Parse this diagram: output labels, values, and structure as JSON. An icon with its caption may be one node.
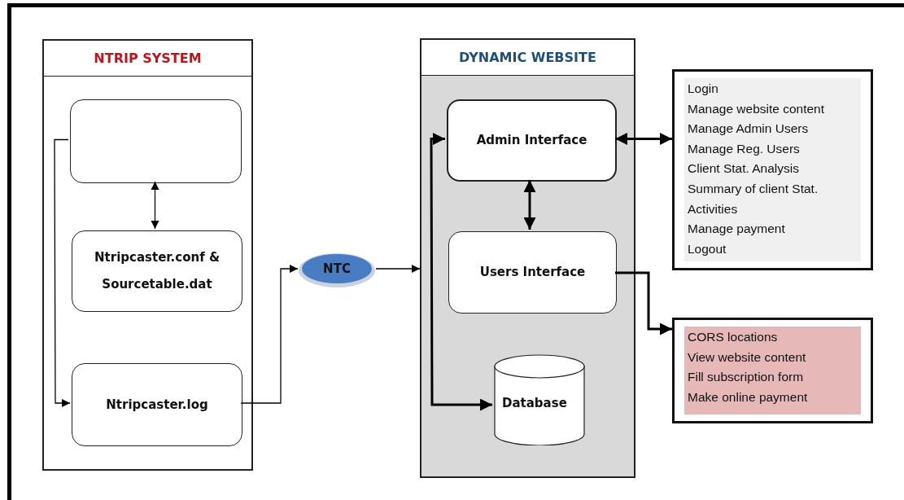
{
  "diagram": {
    "nodes": [
      {
        "text": [
          "NTRIP SYSTEM"
        ]
      },
      {
        "text": [],
        "shape": "box",
        "in": 0
      },
      {
        "text": [
          "Ntripcaster.conf  & Sourcetable.dat"
        ],
        "in": 0
      },
      {
        "text": [
          "Ntripcaster.log"
        ],
        "in": 0
      },
      {
        "text": [
          "NTC"
        ]
      },
      {
        "text": [
          "DYNAMIC WEBSITE"
        ]
      },
      {
        "text": [
          "Admin Interface"
        ],
        "in": 5
      },
      {
        "text": [
          "Users Interface"
        ],
        "in": 5
      },
      {
        "text": [
          "Database"
        ],
        "in": 5
      },
      {
        "text": [
          "Login",
          "Manage website content",
          "Manage Admin Users",
          "Manage Reg. Users",
          "Client Stat. Analysis",
          "Summary of client Stat.",
          "Activities",
          "Manage payment",
          "Logout"
        ]
      },
      {
        "text": [
          "CORS locations",
          "View website content",
          "Fill subscription form",
          "Make online payment"
        ]
      }
    ],
    "edges": [
      {
        "from": 1,
        "to": 2,
        "arrow": "both"
      },
      {
        "from": 1,
        "to": 3,
        "arrow": "to"
      },
      {
        "from": 3,
        "to": 4,
        "arrow": "to"
      },
      {
        "from": 4,
        "to": 5,
        "arrow": "to"
      },
      {
        "from": 6,
        "to": 8,
        "arrow": "both",
        "style": "thick"
      },
      {
        "from": 6,
        "to": 7,
        "arrow": "both",
        "style": "thick"
      },
      {
        "from": 6,
        "to": 9,
        "arrow": "both",
        "style": "thick"
      },
      {
        "from": 7,
        "to": 10,
        "arrow": "to",
        "style": "thick"
      }
    ]
  }
}
